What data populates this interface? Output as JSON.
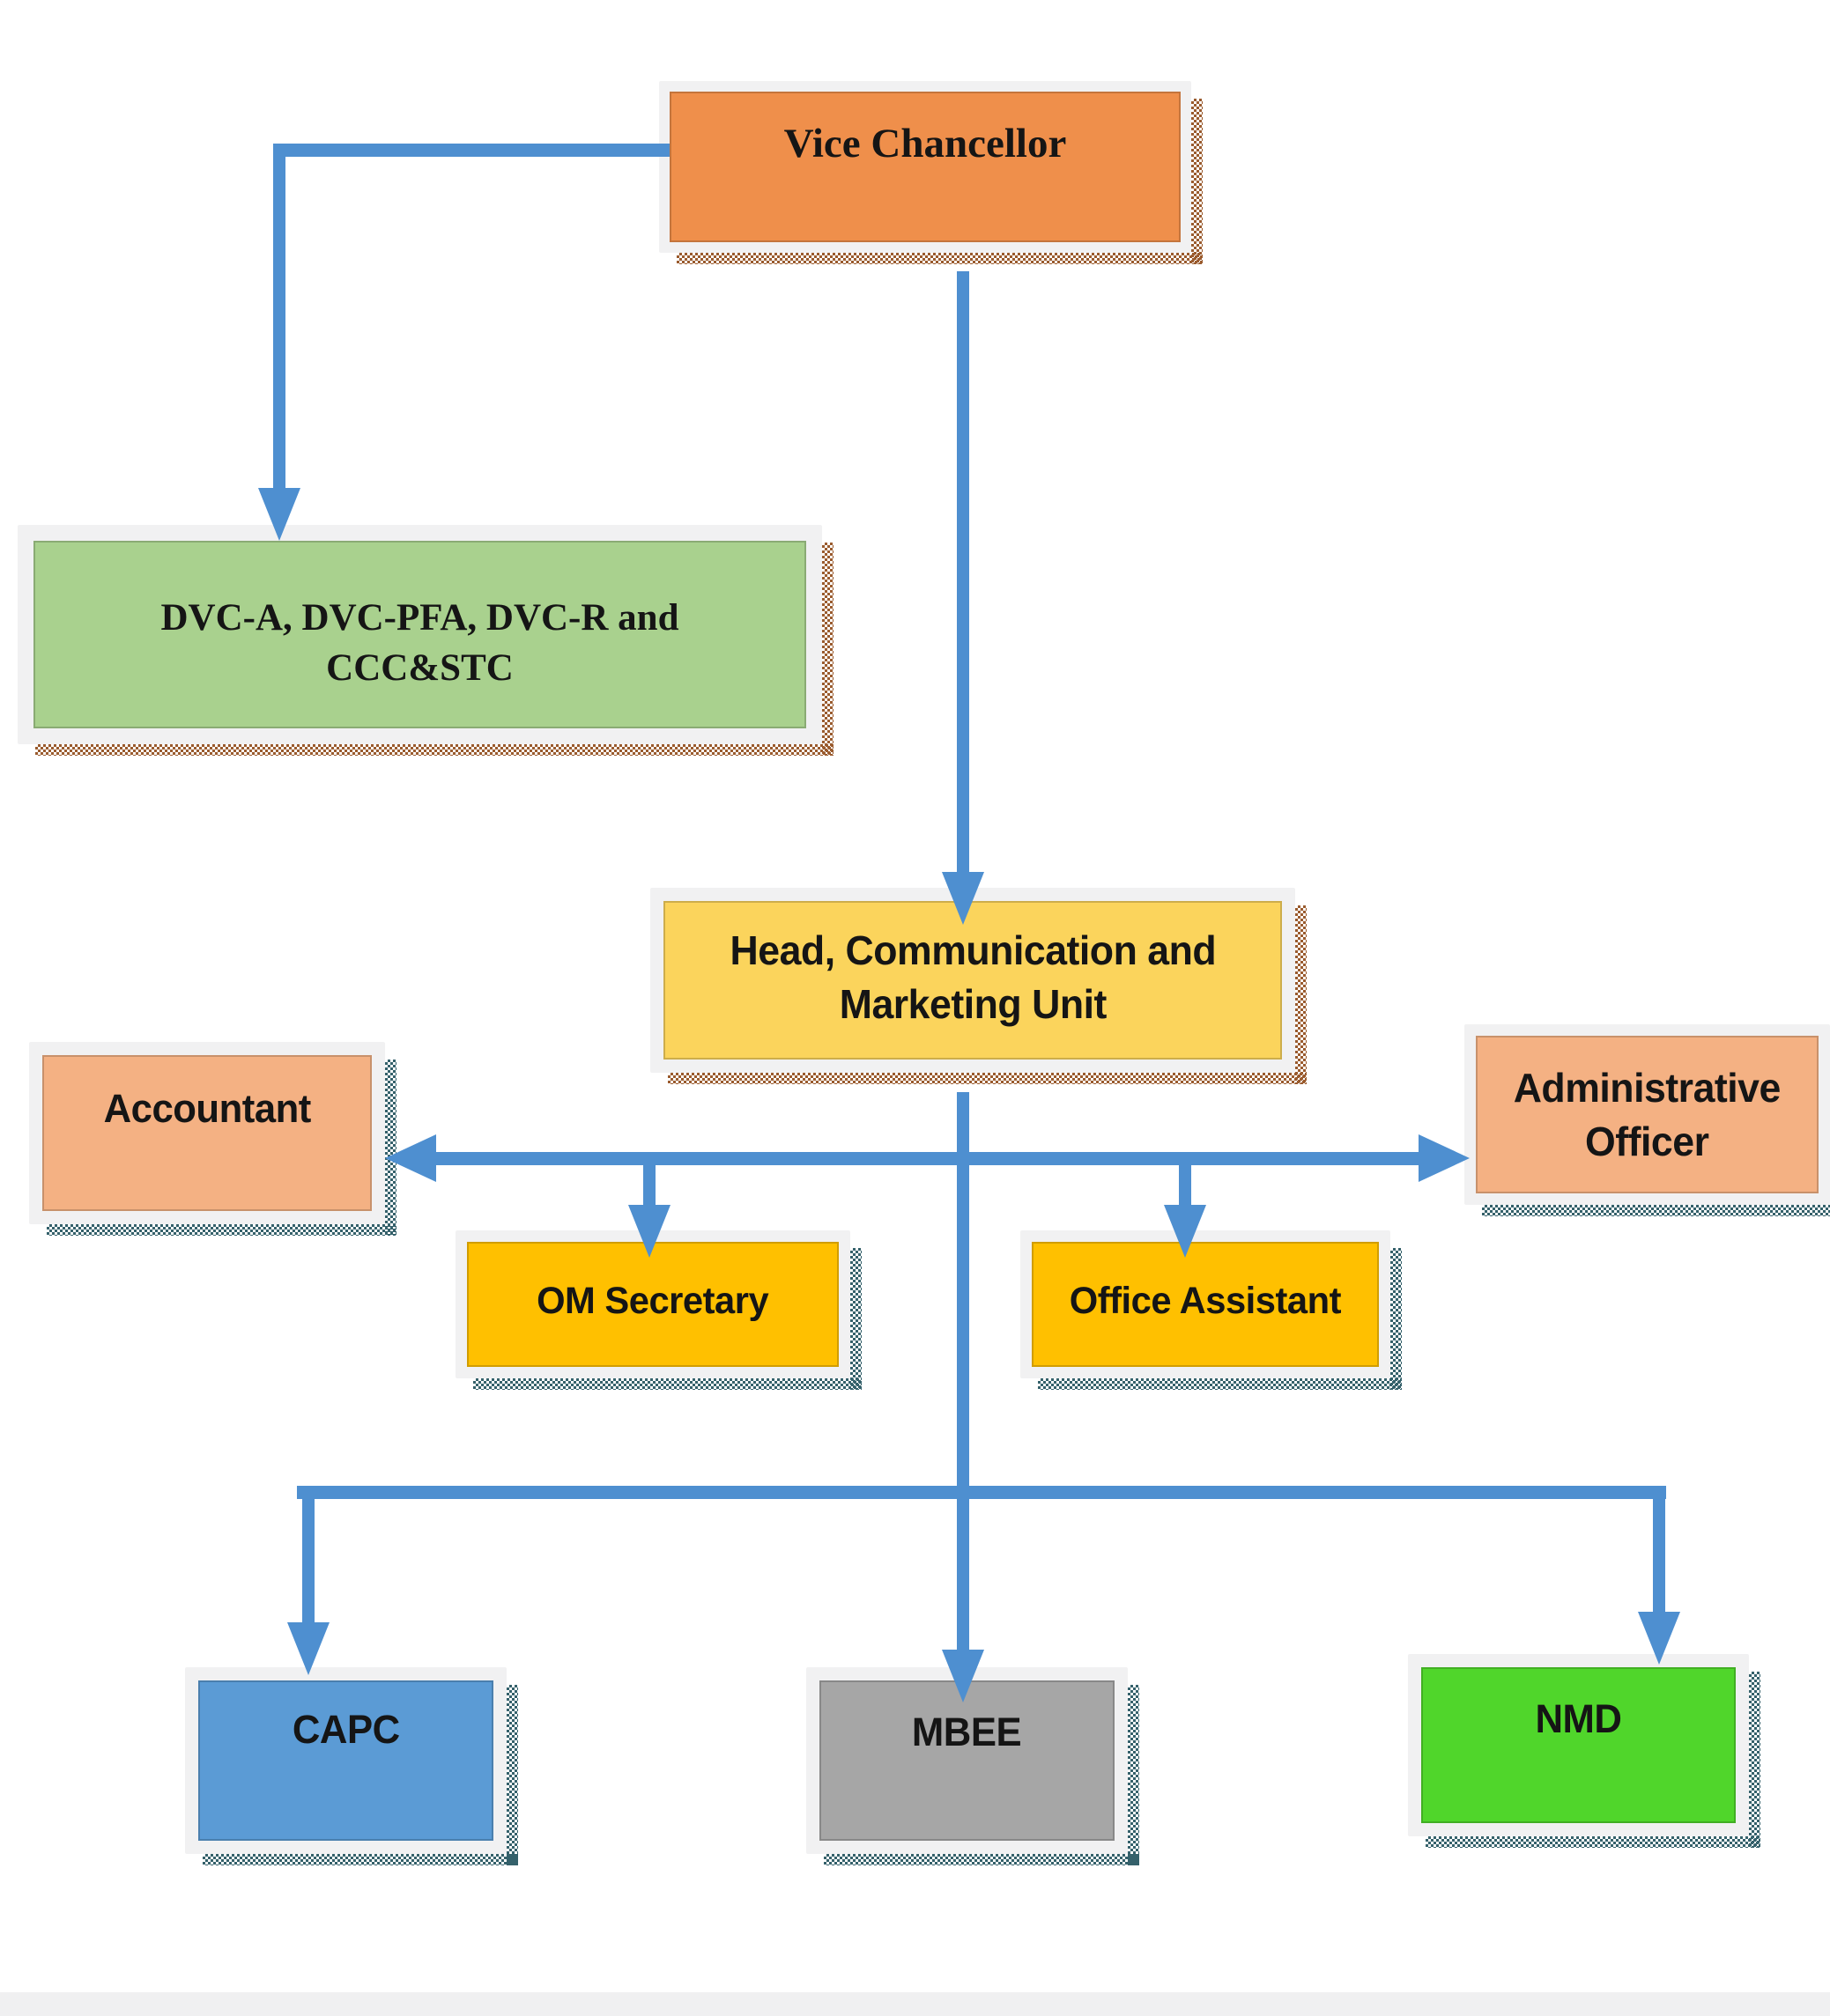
{
  "diagram": {
    "type": "org-chart",
    "title": "University Communication and Marketing Unit organogram"
  },
  "nodes": {
    "vice_chancellor": {
      "label": "Vice Chancellor",
      "fill": "#EF8F4B"
    },
    "dvc_group": {
      "label": "DVC-A, DVC-PFA, DVC-R and\nCCC&STC",
      "fill": "#A9D18E"
    },
    "head_cmu": {
      "label": "Head, Communication and\nMarketing Unit",
      "fill": "#FBD45C"
    },
    "accountant": {
      "label": "Accountant",
      "fill": "#F4B183"
    },
    "admin_officer": {
      "label": "Administrative\nOfficer",
      "fill": "#F4B183"
    },
    "om_secretary": {
      "label": "OM Secretary",
      "fill": "#FFC000"
    },
    "office_assistant": {
      "label": "Office Assistant",
      "fill": "#FFC000"
    },
    "capc": {
      "label": "CAPC",
      "fill": "#5B9BD5"
    },
    "mbee": {
      "label": "MBEE",
      "fill": "#A6A6A6"
    },
    "nmd": {
      "label": "NMD",
      "fill": "#50D62B"
    }
  },
  "connector_color": "#4E8FD0",
  "shadow_colors": {
    "warm": "#9A5B2E",
    "cool": "#35616B"
  }
}
